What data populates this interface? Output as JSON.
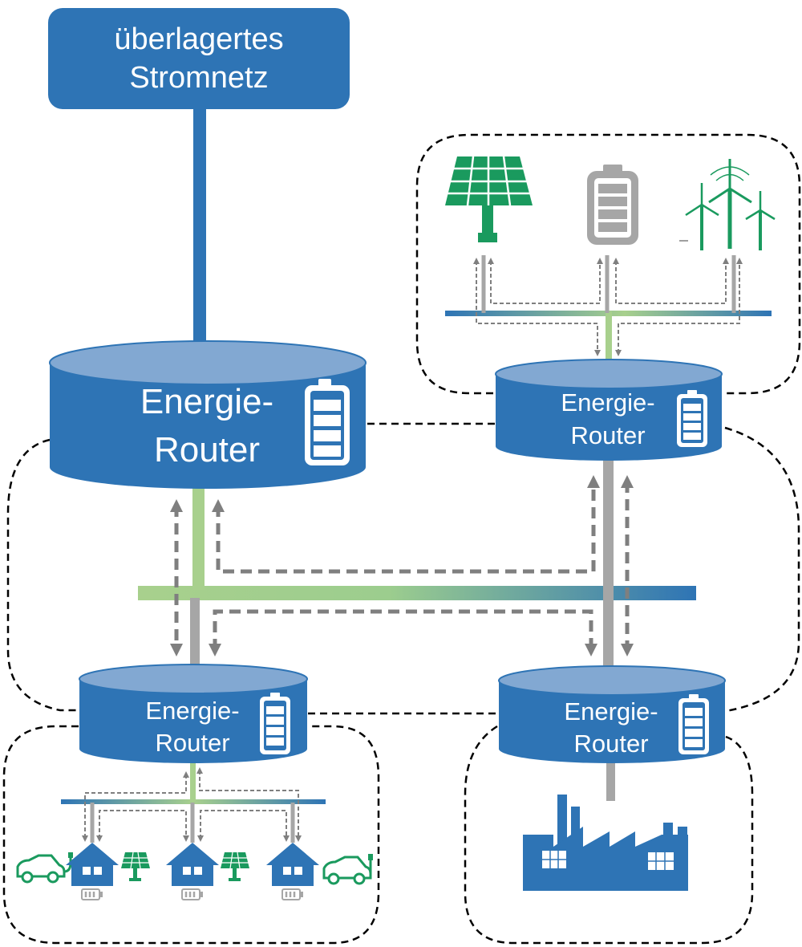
{
  "grid": {
    "line1": "überlagertes",
    "line2": "Stromnetz"
  },
  "routers": {
    "main": {
      "line1": "Energie-",
      "line2": "Router"
    },
    "gen": {
      "line1": "Energie-",
      "line2": "Router"
    },
    "homes": {
      "line1": "Energie-",
      "line2": "Router"
    },
    "industry": {
      "line1": "Energie-",
      "line2": "Router"
    }
  },
  "icons": [
    "solar-panel-icon",
    "battery-icon",
    "wind-turbine-icon",
    "house-icon",
    "electric-car-icon",
    "factory-icon"
  ],
  "colors": {
    "router_blue": "#2e74b5",
    "router_top": "#82a8d2",
    "green": "#a8d08d",
    "generation_green": "#1a9a5e",
    "gray": "#a6a6a6",
    "arrow_gray": "#7f7f7f"
  }
}
